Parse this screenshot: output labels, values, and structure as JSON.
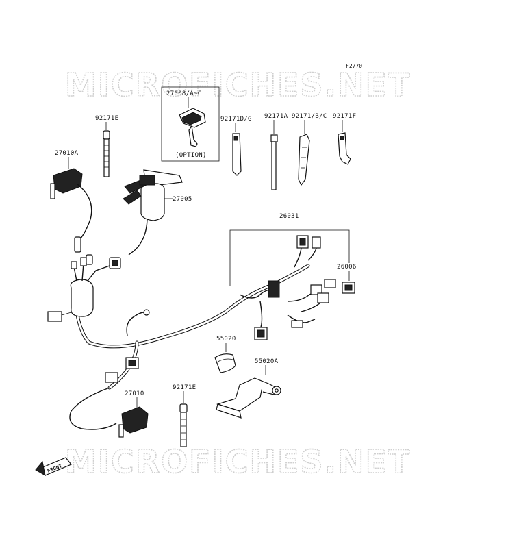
{
  "figure_code": "F2770",
  "watermark": "MICROFICHES.NET",
  "front_label": "FRONT",
  "option_label": "(OPTION)",
  "parts": {
    "p27008": "27008/A~C",
    "p92171E_top": "92171E",
    "p27010A": "27010A",
    "p92171DG": "92171D/G",
    "p92171A": "92171A",
    "p92171BC": "92171/B/C",
    "p92171F": "92171F",
    "p27005": "27005",
    "p26031": "26031",
    "p26006": "26006",
    "p55020": "55020",
    "p55020A": "55020A",
    "p27010": "27010",
    "p92171E_bottom": "92171E"
  }
}
